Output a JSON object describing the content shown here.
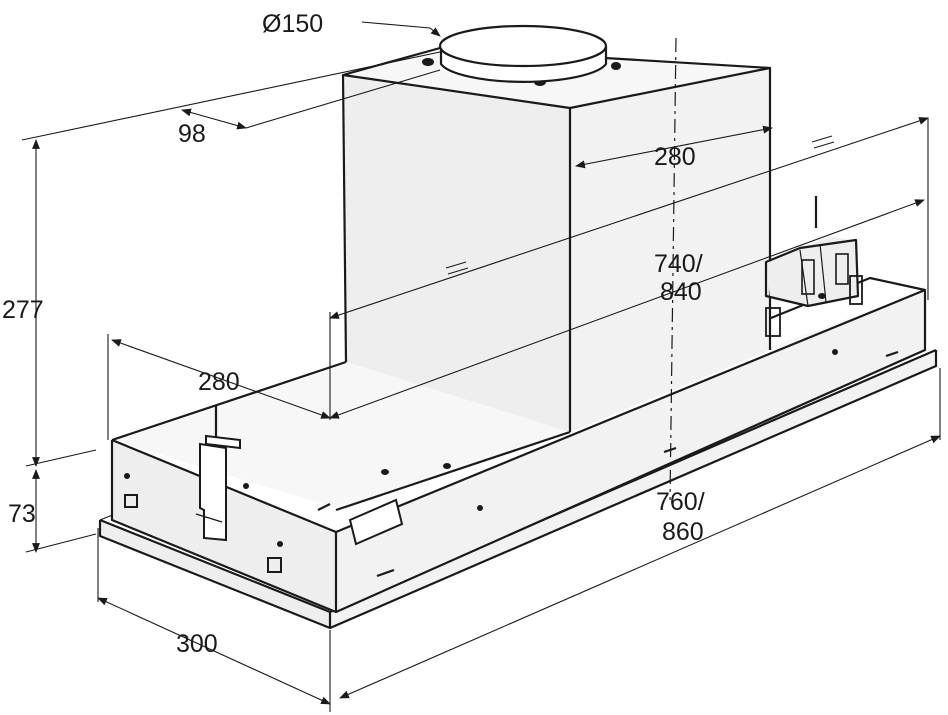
{
  "dimensions": {
    "duct_diameter": "Ø150",
    "duct_offset": "98",
    "chimney_depth": "280",
    "chimney_width": "280",
    "chimney_height": "277",
    "body_height": "73",
    "body_depth": "300",
    "inner_width_line1": "740/",
    "inner_width_line2": "840",
    "outer_width_line1": "760/",
    "outer_width_line2": "860"
  },
  "colors": {
    "line": "#1a1a1a",
    "background": "#ffffff"
  }
}
